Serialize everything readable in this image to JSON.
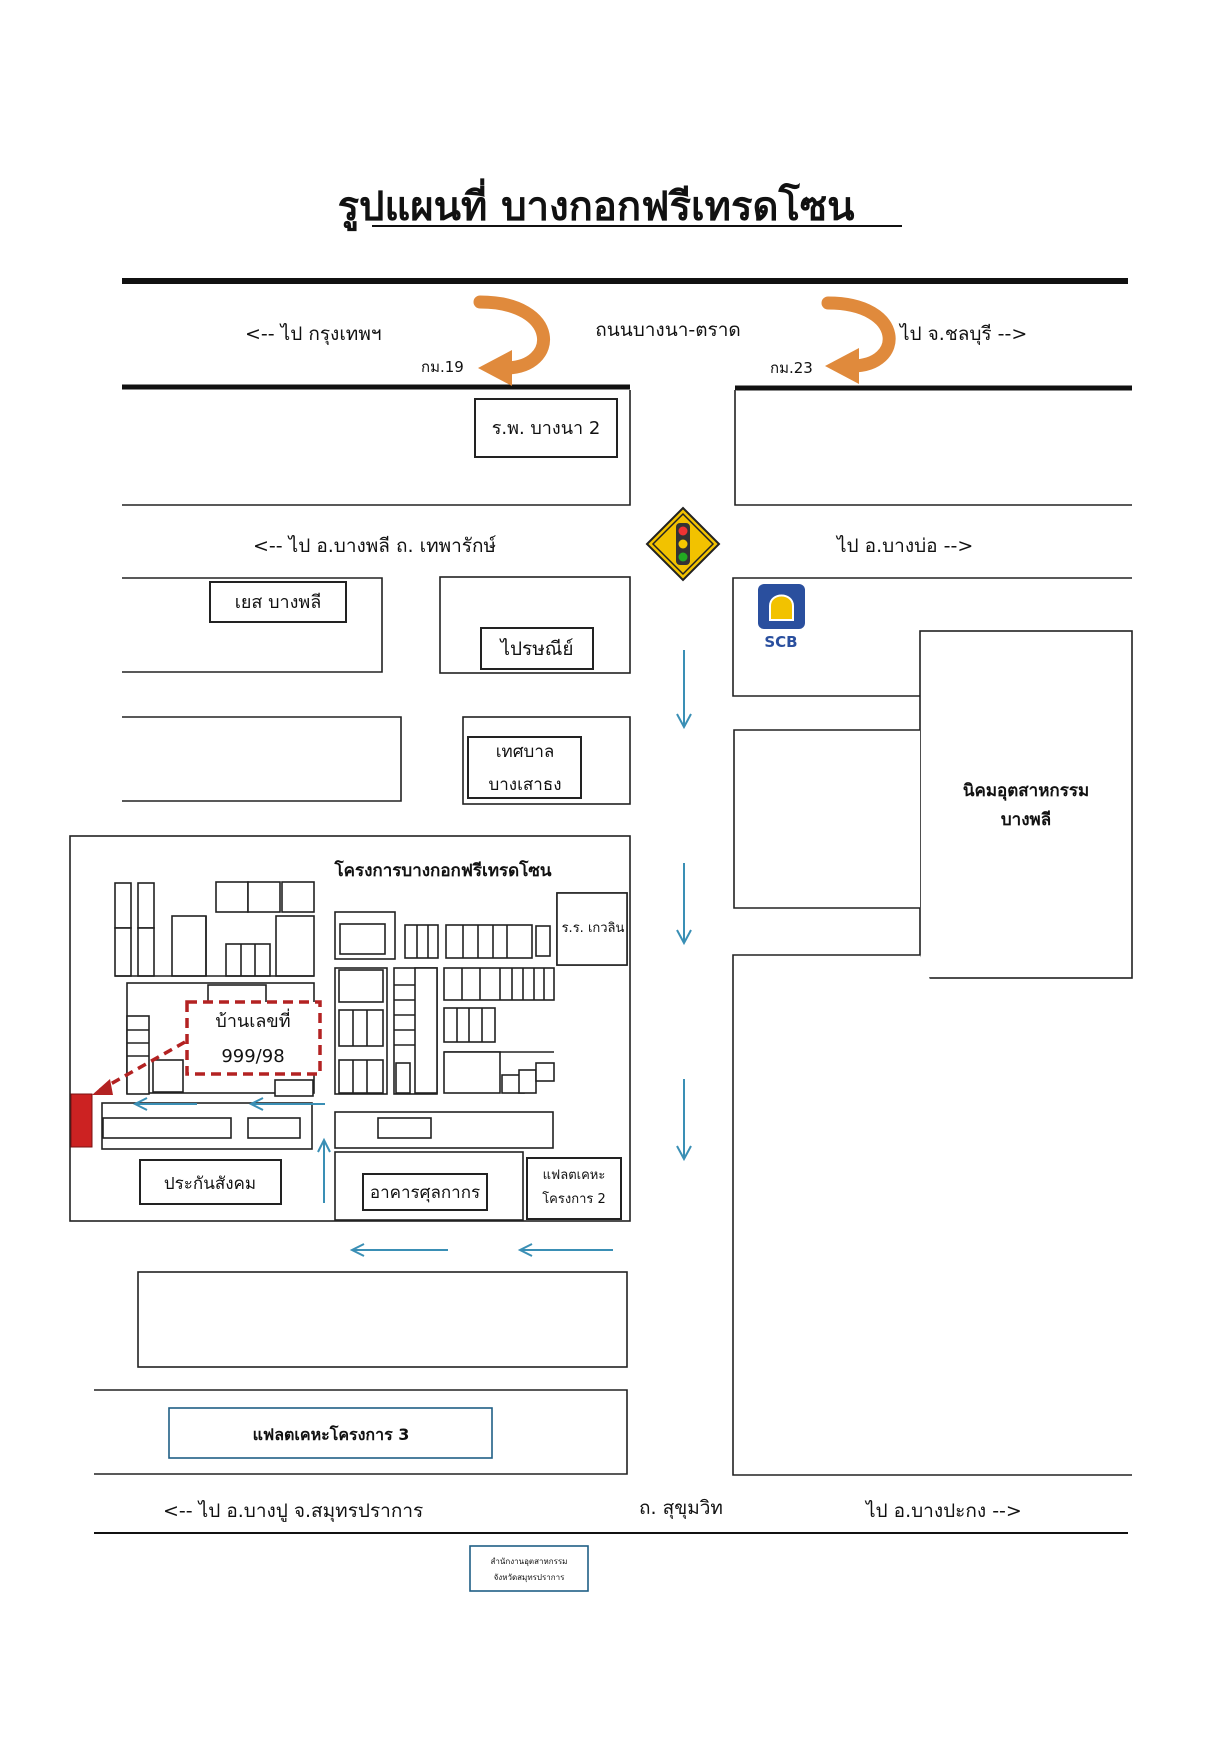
{
  "title": "รูปแผนที่ บางกอกฟรีเทรดโซน",
  "roads": {
    "top_road": "ถนนบางนา-ตราด",
    "top_left_direction": "<-- ไป กรุงเทพฯ",
    "top_right_direction": "ไป จ.ชลบุรี -->",
    "km_left": "กม.19",
    "km_right": "กม.23",
    "middle_left_direction": "<-- ไป อ.บางพลี  ถ. เทพารักษ์",
    "middle_right_direction": "ไป  อ.บางบ่อ -->",
    "bottom_road": "ถ. สุขุมวิท",
    "bottom_left_direction": "<-- ไป อ.บางปู  จ.สมุทรปราการ",
    "bottom_right_direction": "ไป  อ.บางปะกง -->"
  },
  "landmarks": {
    "hospital": "ร.พ. บางนา 2",
    "yes_bangphli": "เยส บางพลี",
    "post_office": "ไปรษณีย์",
    "municipality_line1": "เทศบาล",
    "municipality_line2": "บางเสาธง",
    "bank_logo_text": "SCB",
    "industrial_estate_line1": "นิคมอุตสาหกรรม",
    "industrial_estate_line2": "บางพลี",
    "project_name": "โครงการบางกอกฟรีเทรดโซน",
    "school": "ร.ร. เกวลิน",
    "house_label": "บ้านเลขที่",
    "house_number": "999/98",
    "social_security": "ประกันสังคม",
    "customs_building": "อาคารศุลกากร",
    "flat2_line1": "แฟลตเคหะ",
    "flat2_line2": "โครงการ 2",
    "flat3": "แฟลตเคหะโครงการ 3"
  },
  "stamp": {
    "line1": "สำนักงานอุตสาหกรรม",
    "line2": "จังหวัดสมุทรปราการ"
  },
  "colors": {
    "u_turn": "#e08a3c",
    "flow_arrow": "#3a8fb5",
    "destination_marker": "#cc2222",
    "traffic_sign": "#f2c200",
    "scb_brand": "#2a4f9e"
  },
  "icons": [
    "u-turn-arrow-icon",
    "traffic-light-icon",
    "scb-logo-icon",
    "flow-arrow-icon",
    "destination-marker-icon"
  ]
}
